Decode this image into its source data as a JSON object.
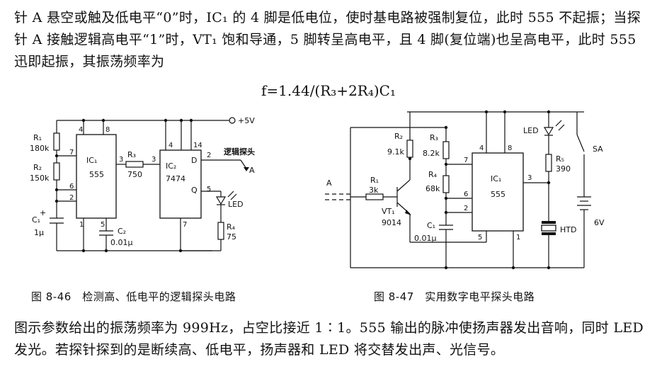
{
  "text": {
    "para1": "针 A 悬空或触及低电平“0”时，IC₁ 的 4 脚是低电位，使时基电路被强制复位，此时 555 不起振；当探针 A 接触逻辑高电平“1”时，VT₁ 饱和导通，5 脚转呈高电平，且 4 脚(复位端)也呈高电平，此时 555 迅即起振，其振荡频率为",
    "formula": "f=1.44/(R₃+2R₄)C₁",
    "para2": "图示参数给出的振荡频率为 999Hz，占空比接近 1∶1。555 输出的脉冲使扬声器发出音响，同时 LED 发光。若探针探到的是断续高、低电平，扬声器和 LED 将交替发出声、光信号。"
  },
  "fig46": {
    "caption": "图 8-46　检测高、低电平的逻辑探头电路",
    "supply": "+5V",
    "probe_title": "逻辑探头",
    "probe_point": "A",
    "ic1_name": "IC₁",
    "ic1_type": "555",
    "ic2_name": "IC₂",
    "ic2_type": "7474",
    "r1_name": "R₁",
    "r1_value": "180k",
    "r2_name": "R₂",
    "r2_value": "150k",
    "r3_name": "R₃",
    "r3_value": "750",
    "r4_name": "R₄",
    "r4_value": "75",
    "c1_name": "C₁",
    "c1_value": "1μ",
    "c2_name": "C₂",
    "c2_value": "0.01μ",
    "led": "LED",
    "pin_D": "D",
    "pin_Q": "Q",
    "pins": [
      "4",
      "8",
      "7",
      "6",
      "2",
      "1",
      "5",
      "3",
      "3",
      "4",
      "14",
      "2",
      "5",
      "7"
    ]
  },
  "fig47": {
    "caption": "图 8-47　实用数字电平探头电路",
    "probe_point": "A",
    "ic1_name": "IC₁",
    "ic1_type": "555",
    "vt1_name": "VT₁",
    "vt1_type": "9014",
    "r1_name": "R₁",
    "r1_value": "3k",
    "r2_name": "R₂",
    "r2_value": "9.1k",
    "r3_name": "R₃",
    "r3_value": "8.2k",
    "r4_name": "R₄",
    "r4_value": "68k",
    "r5_name": "R₅",
    "r5_value": "390",
    "c1_name": "C₁",
    "c1_value": "0.01μ",
    "led": "LED",
    "switch": "SA",
    "buzzer": "HTD",
    "battery": "6V",
    "pins": [
      "4",
      "8",
      "7",
      "6",
      "2",
      "5",
      "1",
      "3"
    ]
  }
}
